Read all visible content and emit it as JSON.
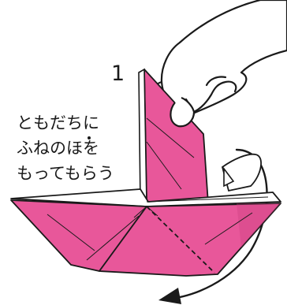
{
  "step": {
    "number": "1"
  },
  "instruction": {
    "lines": [
      "ともだちに",
      "ふねのほを",
      "もってもらう"
    ]
  },
  "colors": {
    "paper_pink": "#E8579A",
    "paper_pink_dark": "#C9407F",
    "outline": "#1a1a1a",
    "background": "#ffffff"
  },
  "icons": {
    "hand": "hand-holding-sail-icon",
    "pull_arrow": "curved-arrow-down-left-icon"
  }
}
